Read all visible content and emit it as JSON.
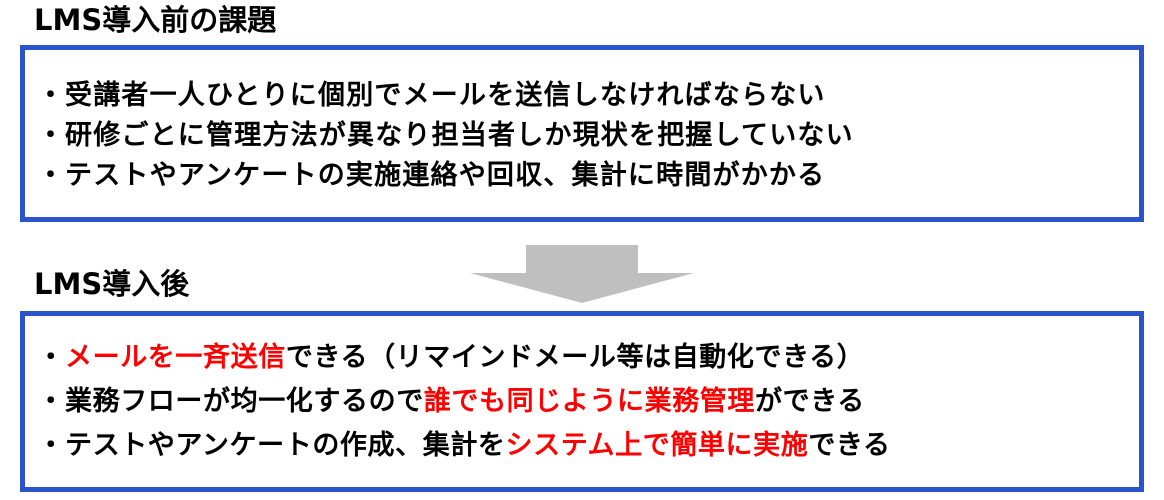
{
  "colors": {
    "border": "#2b54cc",
    "highlight": "#ff0000",
    "arrow": "#bfbfbf",
    "text": "#000000"
  },
  "before": {
    "title": "LMS導入前の課題",
    "bullet": "・",
    "items": [
      {
        "text": "受講者一人ひとりに個別でメールを送信しなければならない"
      },
      {
        "text": "研修ごとに管理方法が異なり担当者しか現状を把握していない"
      },
      {
        "text": "テストやアンケートの実施連絡や回収、集計に時間がかかる"
      }
    ]
  },
  "arrow": {
    "icon": "down-arrow-icon",
    "direction": "down"
  },
  "after": {
    "title": "LMS導入後",
    "bullet": "・",
    "items": [
      {
        "pre": "",
        "highlight": "メールを一斉送信",
        "post": "できる（リマインドメール等は自動化できる）"
      },
      {
        "pre": "業務フローが均一化するので",
        "highlight": "誰でも同じように業務管理",
        "post": "ができる"
      },
      {
        "pre": "テストやアンケートの作成、集計を",
        "highlight": "システム上で簡単に実施",
        "post": "できる"
      }
    ]
  }
}
